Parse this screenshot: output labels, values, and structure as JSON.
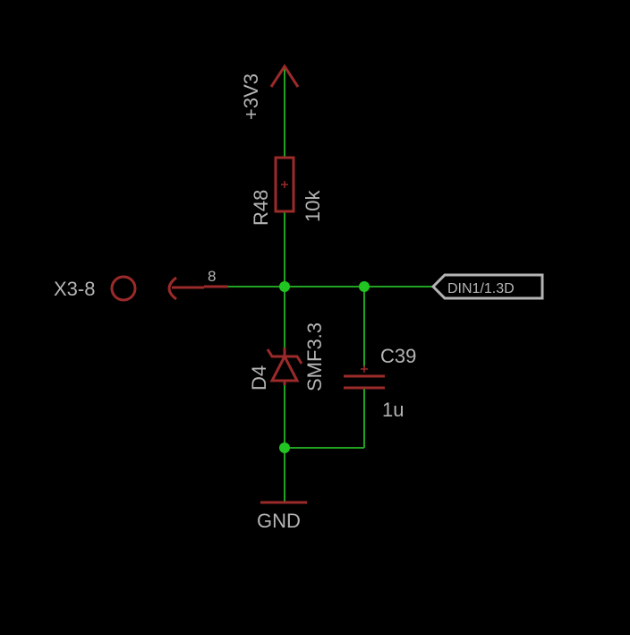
{
  "schematic": {
    "power": {
      "label": "+3V3"
    },
    "resistor": {
      "ref": "R48",
      "value": "10k"
    },
    "connector": {
      "ref": "X3-8",
      "pin": "8"
    },
    "diode": {
      "ref": "D4",
      "value": "SMF3.3"
    },
    "capacitor": {
      "ref": "C39",
      "value": "1u"
    },
    "net_label": {
      "text": "DIN1/1.3D"
    },
    "ground": {
      "label": "GND"
    }
  },
  "colors": {
    "background": "#000000",
    "wire": "#21a121",
    "symbol": "#9b2a2a",
    "text": "#b4b4b4",
    "junction": "#21c421"
  }
}
